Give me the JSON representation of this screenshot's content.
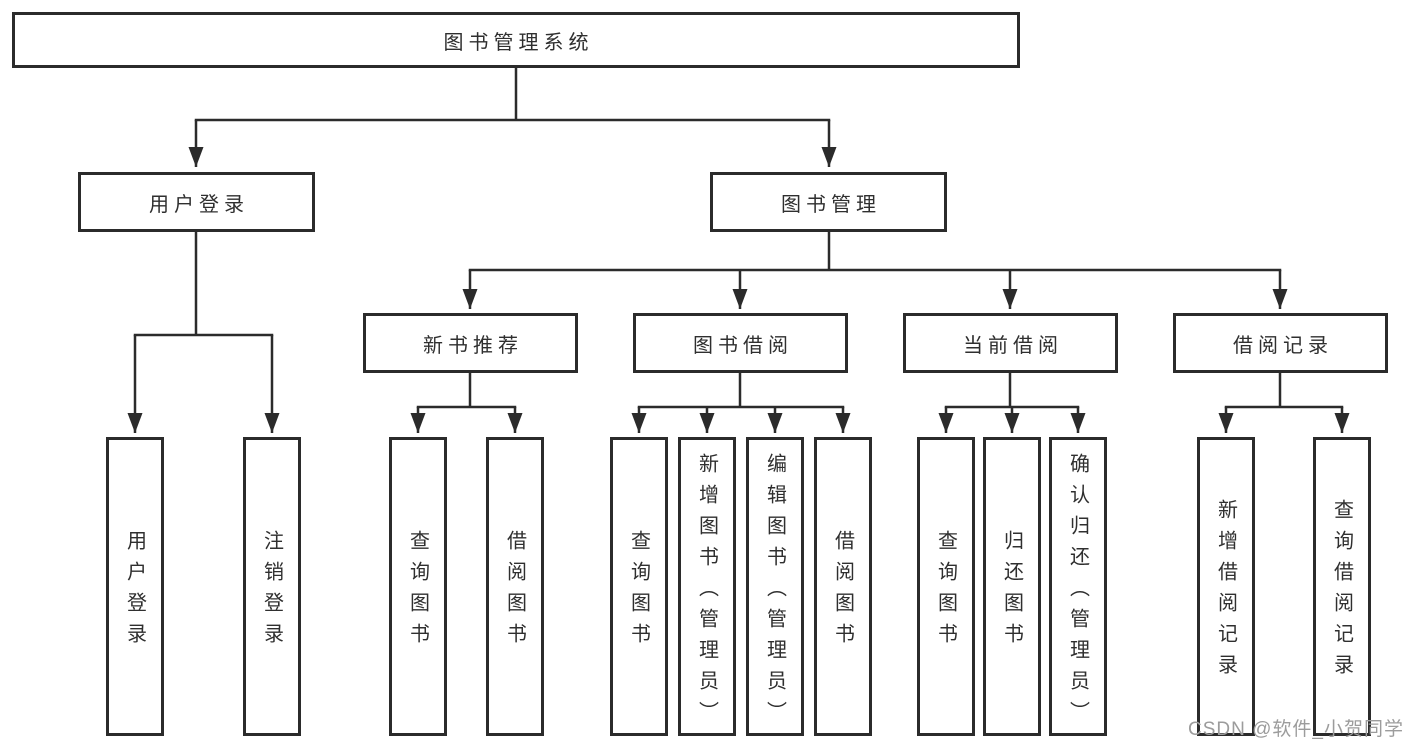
{
  "diagram": {
    "root": {
      "label": "图书管理系统"
    },
    "branches": [
      {
        "label": "用户登录",
        "leaves": [
          {
            "label": "用户登录"
          },
          {
            "label": "注销登录"
          }
        ]
      },
      {
        "label": "图书管理",
        "groups": [
          {
            "label": "新书推荐",
            "leaves": [
              {
                "label": "查询图书"
              },
              {
                "label": "借阅图书"
              }
            ]
          },
          {
            "label": "图书借阅",
            "leaves": [
              {
                "label": "查询图书"
              },
              {
                "label": "新增图书（管理员）"
              },
              {
                "label": "编辑图书（管理员）"
              },
              {
                "label": "借阅图书"
              }
            ]
          },
          {
            "label": "当前借阅",
            "leaves": [
              {
                "label": "查询图书"
              },
              {
                "label": "归还图书"
              },
              {
                "label": "确认归还（管理员）"
              }
            ]
          },
          {
            "label": "借阅记录",
            "leaves": [
              {
                "label": "新增借阅记录"
              },
              {
                "label": "查询借阅记录"
              }
            ]
          }
        ]
      }
    ]
  },
  "watermark": {
    "text": "CSDN @软件_小贺同学",
    "color": "#9c9c9c"
  },
  "colors": {
    "line": "#2b2b2b",
    "box_border": "#2b2b2b",
    "text": "#2f2f2f",
    "background": "#ffffff"
  }
}
